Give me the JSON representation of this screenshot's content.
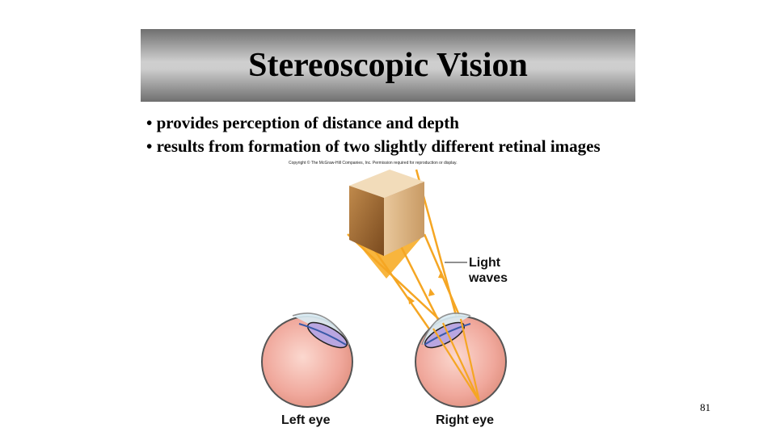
{
  "slide": {
    "title": "Stereoscopic Vision",
    "bullets": [
      "provides perception of distance and depth",
      "results from formation of two slightly different retinal images"
    ],
    "page_number": "81"
  },
  "figure": {
    "copyright": "Copyright © The McGraw-Hill Companies, Inc. Permission required for reproduction or display.",
    "light_label_line1": "Light",
    "light_label_line2": "waves",
    "left_eye_label": "Left eye",
    "right_eye_label": "Right eye"
  },
  "colors": {
    "ray": "#f5a623",
    "cube_front": "#a8733a",
    "eye_ball": "#f0a89c",
    "lens": "#b9a6e0"
  }
}
